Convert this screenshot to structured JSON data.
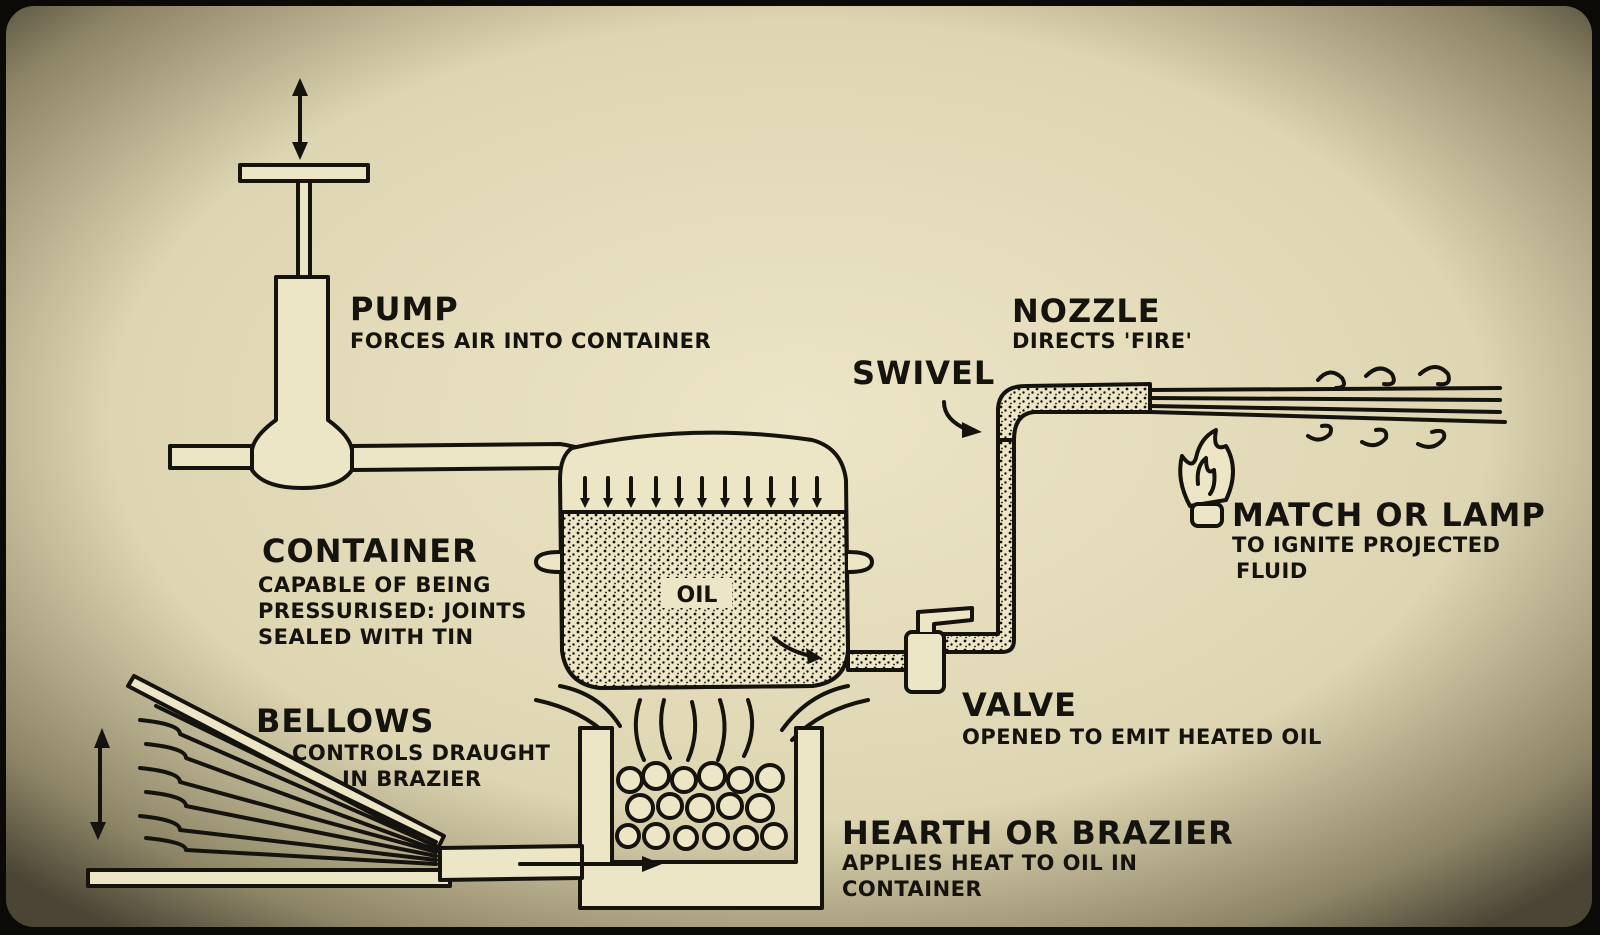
{
  "colors": {
    "paper_center": "#ece5c6",
    "paper_edge": "#4a4535",
    "ink": "#15130e",
    "frame": "#0b0a07"
  },
  "labels": {
    "pump_title": "PUMP",
    "pump_desc": "FORCES AIR INTO CONTAINER",
    "nozzle_title": "NOZZLE",
    "nozzle_desc": "DIRECTS 'FIRE'",
    "swivel_title": "SWIVEL",
    "container_title": "CONTAINER",
    "container_desc_1": "CAPABLE OF BEING",
    "container_desc_2": "PRESSURISED: JOINTS",
    "container_desc_3": "SEALED WITH TIN",
    "oil_label": "OIL",
    "match_title": "MATCH OR LAMP",
    "match_desc_1": "TO IGNITE PROJECTED",
    "match_desc_2": "FLUID",
    "bellows_title": "BELLOWS",
    "bellows_desc_1": "CONTROLS DRAUGHT",
    "bellows_desc_2": "IN BRAZIER",
    "valve_title": "VALVE",
    "valve_desc": "OPENED TO EMIT HEATED OIL",
    "hearth_title": "HEARTH OR BRAZIER",
    "hearth_desc_1": "APPLIES HEAT TO OIL IN",
    "hearth_desc_2": "CONTAINER"
  }
}
